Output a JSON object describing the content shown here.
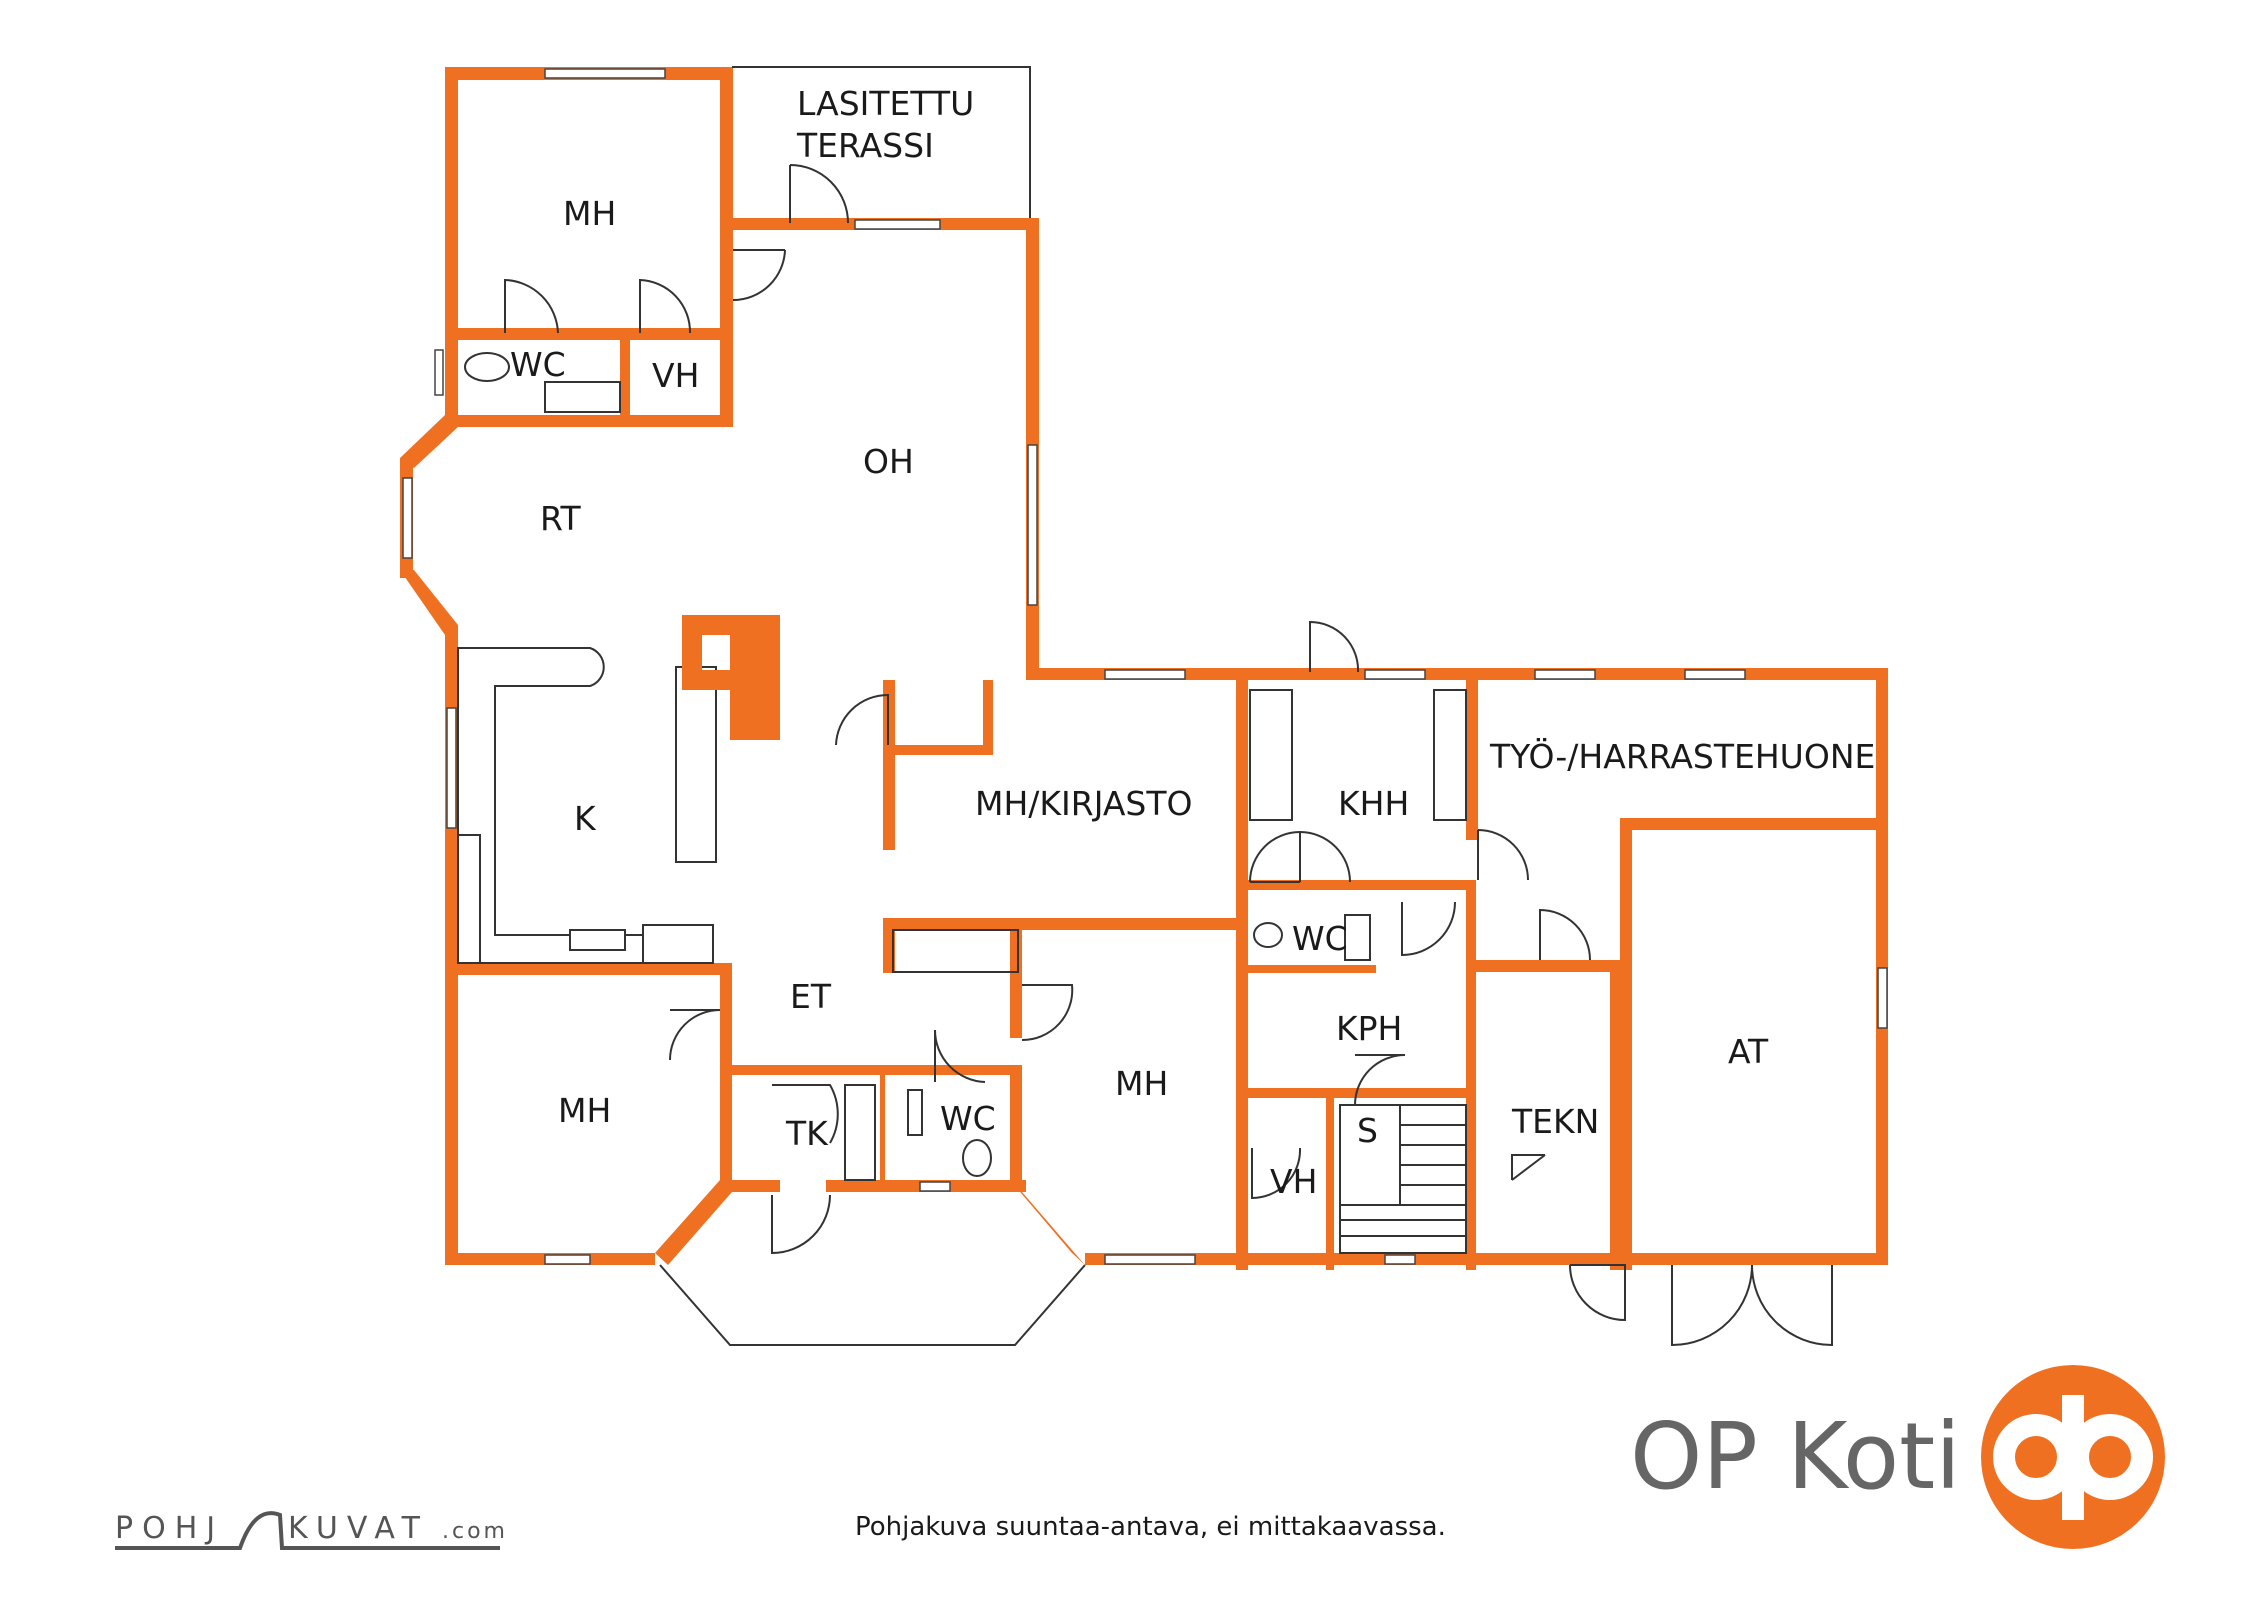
{
  "plan": {
    "rooms": {
      "lasitettu_terassi_line1": "LASITETTU",
      "lasitettu_terassi_line2": "TERASSI",
      "mh_top": "MH",
      "wc_top": "WC",
      "vh_top": "VH",
      "oh": "OH",
      "rt": "RT",
      "k": "K",
      "mh_kirjasto": "MH/KIRJASTO",
      "khh": "KHH",
      "tyo_harrastehuone": "TYÖ-/HARRASTEHUONE",
      "wc_khh": "WC",
      "et": "ET",
      "kph": "KPH",
      "at": "AT",
      "mh_bottom_left": "MH",
      "tk": "TK",
      "wc_bottom": "WC",
      "mh_bottom_mid": "MH",
      "s": "S",
      "tekn": "TEKN",
      "vh_bottom": "VH"
    },
    "wall_color": "#f07022"
  },
  "branding": {
    "op_koti": "OP Koti",
    "logo_color": "#f07022",
    "pohjakuvat_left": "POHJ",
    "pohjakuvat_right": "KUVAT",
    "pohjakuvat_domain": ".com",
    "disclaimer": "Pohjakuva suuntaa-antava, ei mittakaavassa."
  }
}
